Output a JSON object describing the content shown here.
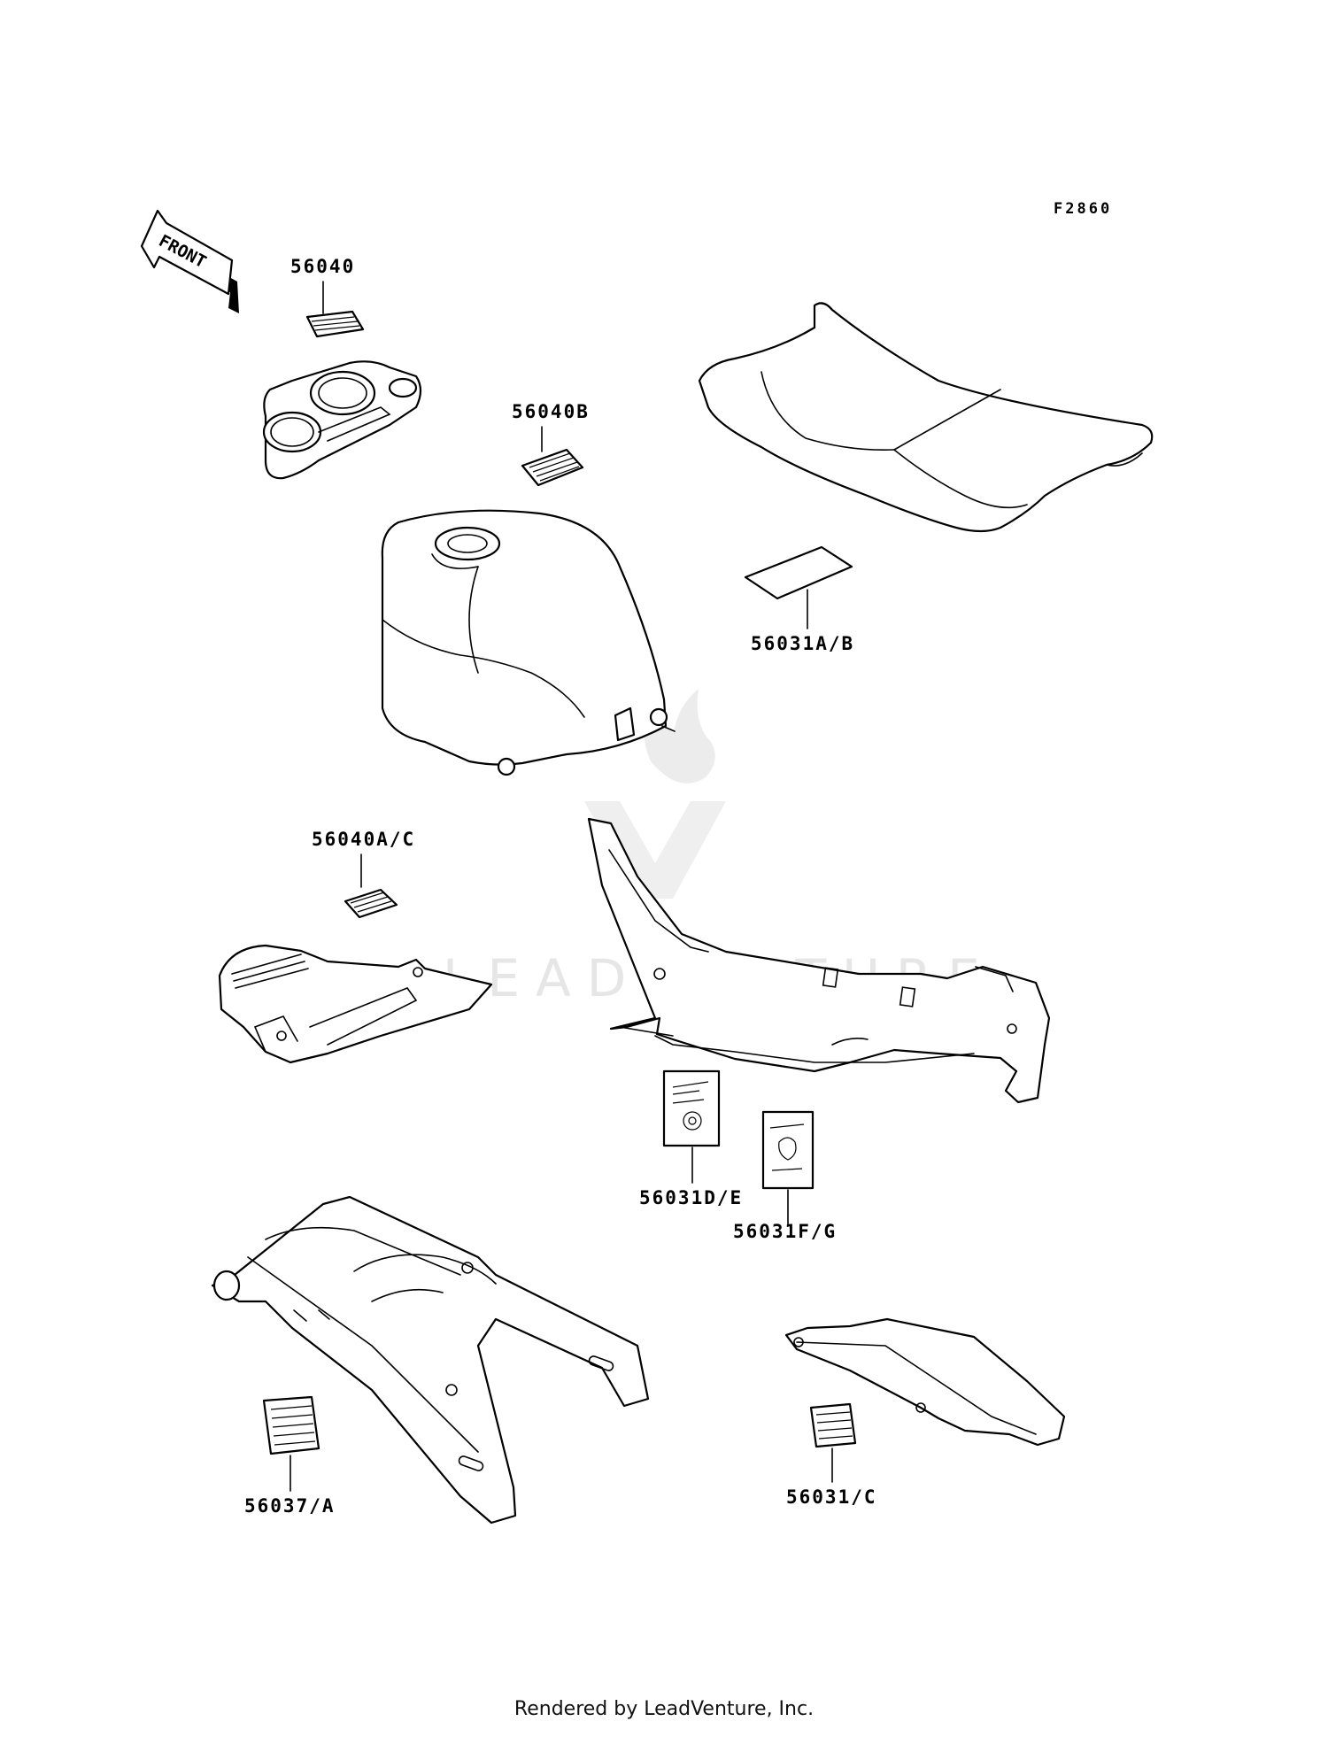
{
  "diagram": {
    "ref_code": "F2860",
    "front_label": "FRONT",
    "watermark": "LEADVENTURE",
    "callouts": {
      "c56040": "56040",
      "c56040B": "56040B",
      "c56031AB": "56031A/B",
      "c56040AC": "56040A/C",
      "c56031DE": "56031D/E",
      "c56031FG": "56031F/G",
      "c56037A": "56037/A",
      "c56031C": "56031/C"
    }
  },
  "footer": {
    "text": "Rendered by LeadVenture, Inc."
  }
}
